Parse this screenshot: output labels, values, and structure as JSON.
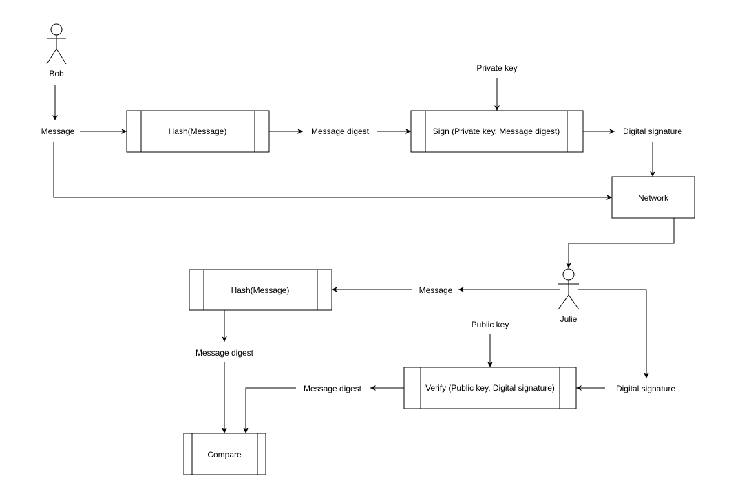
{
  "actors": {
    "bob": {
      "label": "Bob"
    },
    "julie": {
      "label": "Julie"
    }
  },
  "sender": {
    "message": "Message",
    "hash_process": "Hash(Message)",
    "message_digest": "Message digest",
    "private_key": "Private key",
    "sign_process": "Sign (Private key, Message digest)",
    "digital_signature": "Digital signature",
    "network": "Network"
  },
  "receiver": {
    "message": "Message",
    "hash_process": "Hash(Message)",
    "message_digest_from_hash": "Message digest",
    "public_key": "Public key",
    "verify_process": "Verify (Public key, Digital signature)",
    "message_digest_from_verify": "Message digest",
    "digital_signature": "Digital signature",
    "compare_process": "Compare"
  }
}
